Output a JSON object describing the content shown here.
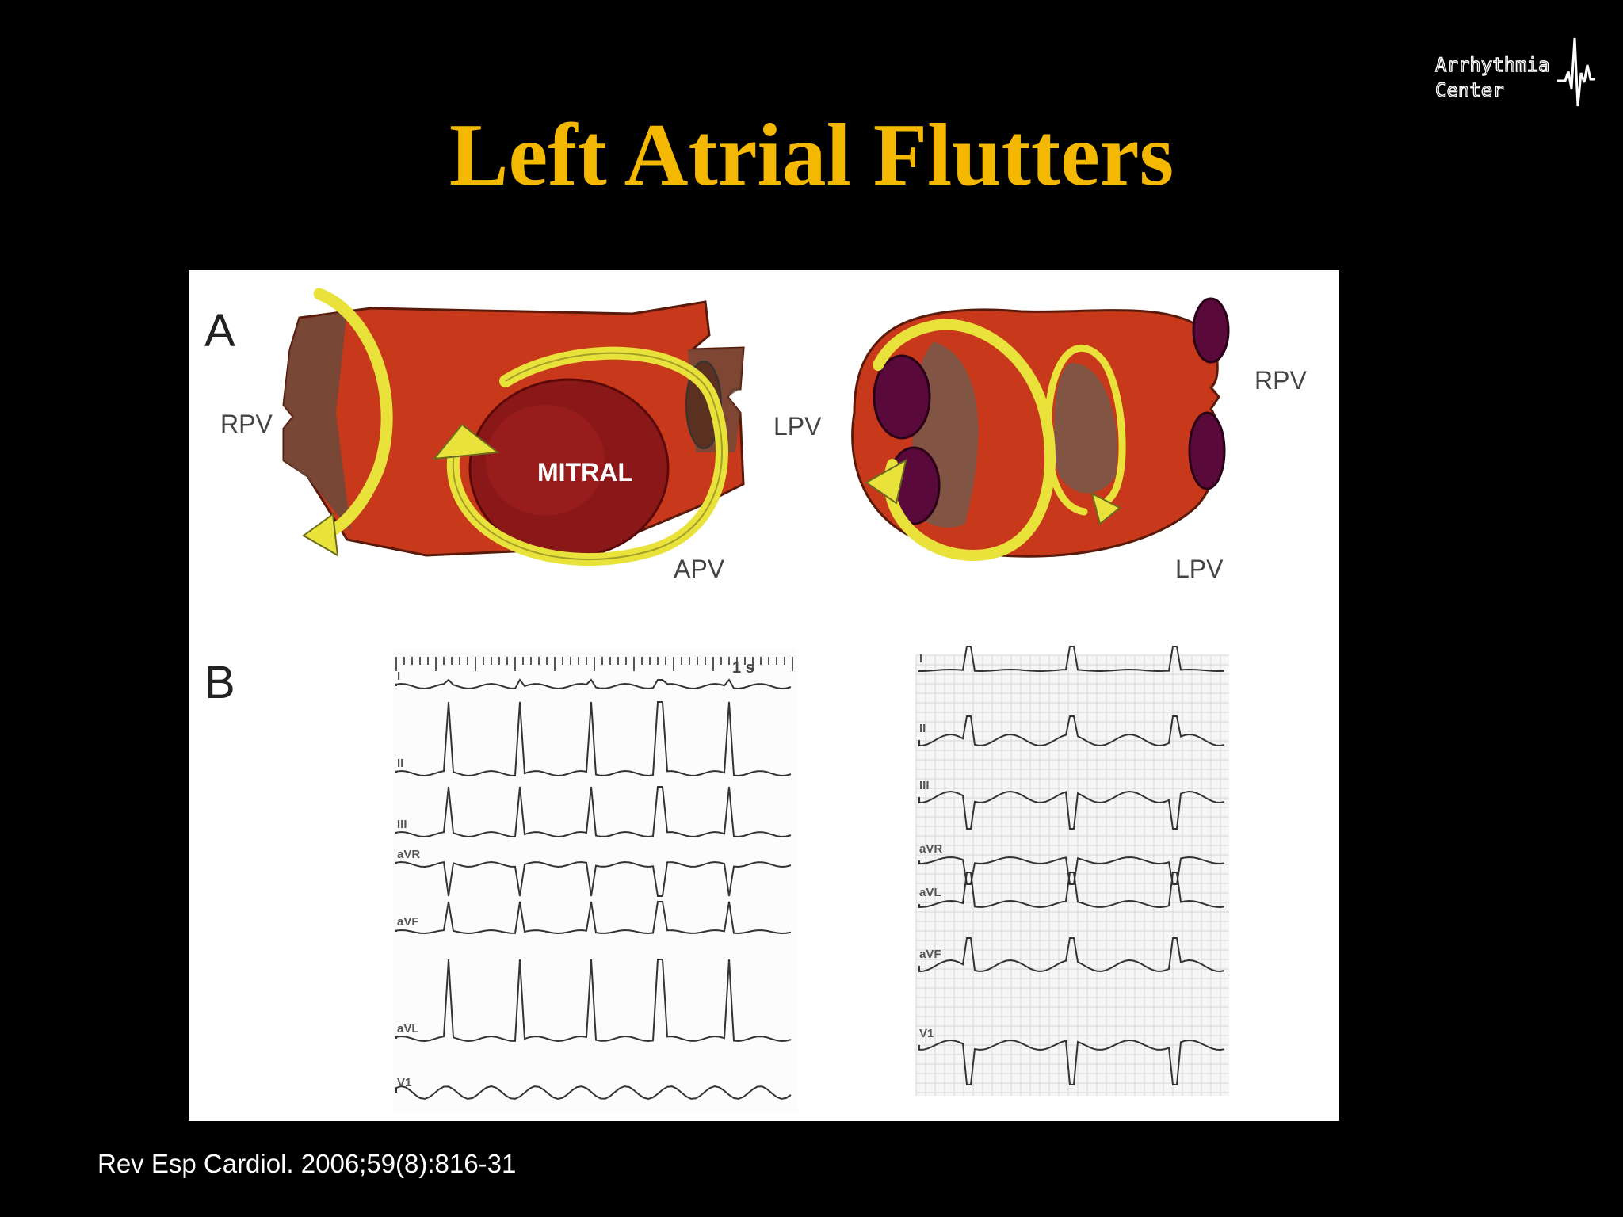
{
  "slide": {
    "title": "Left Atrial Flutters",
    "citation": "Rev Esp Cardiol. 2006;59(8):816-31"
  },
  "logo": {
    "line1": "Arrhythmia",
    "line2": "Center"
  },
  "figure": {
    "panel_a_label": "A",
    "panel_b_label": "B",
    "left_heart": {
      "label_rpv": "RPV",
      "label_mitral": "MITRAL",
      "label_apv": "APV"
    },
    "right_heart": {
      "label_lpv_top": "LPV",
      "label_rpv": "RPV",
      "label_lpv_bottom": "LPV"
    },
    "ecg_left": {
      "scale_label": "1 s",
      "leads": [
        "I",
        "II",
        "III",
        "aVR",
        "aVF",
        "aVL",
        "V1"
      ]
    },
    "ecg_right": {
      "leads": [
        "I",
        "II",
        "III",
        "aVR",
        "aVL",
        "aVF",
        "V1"
      ]
    }
  },
  "colors": {
    "title": "#f5b800",
    "atrium": "#c8391c",
    "mitral": "#8a1818",
    "vein": "#5a0a3a",
    "arrow": "#e8e23a",
    "background": "#000000"
  }
}
